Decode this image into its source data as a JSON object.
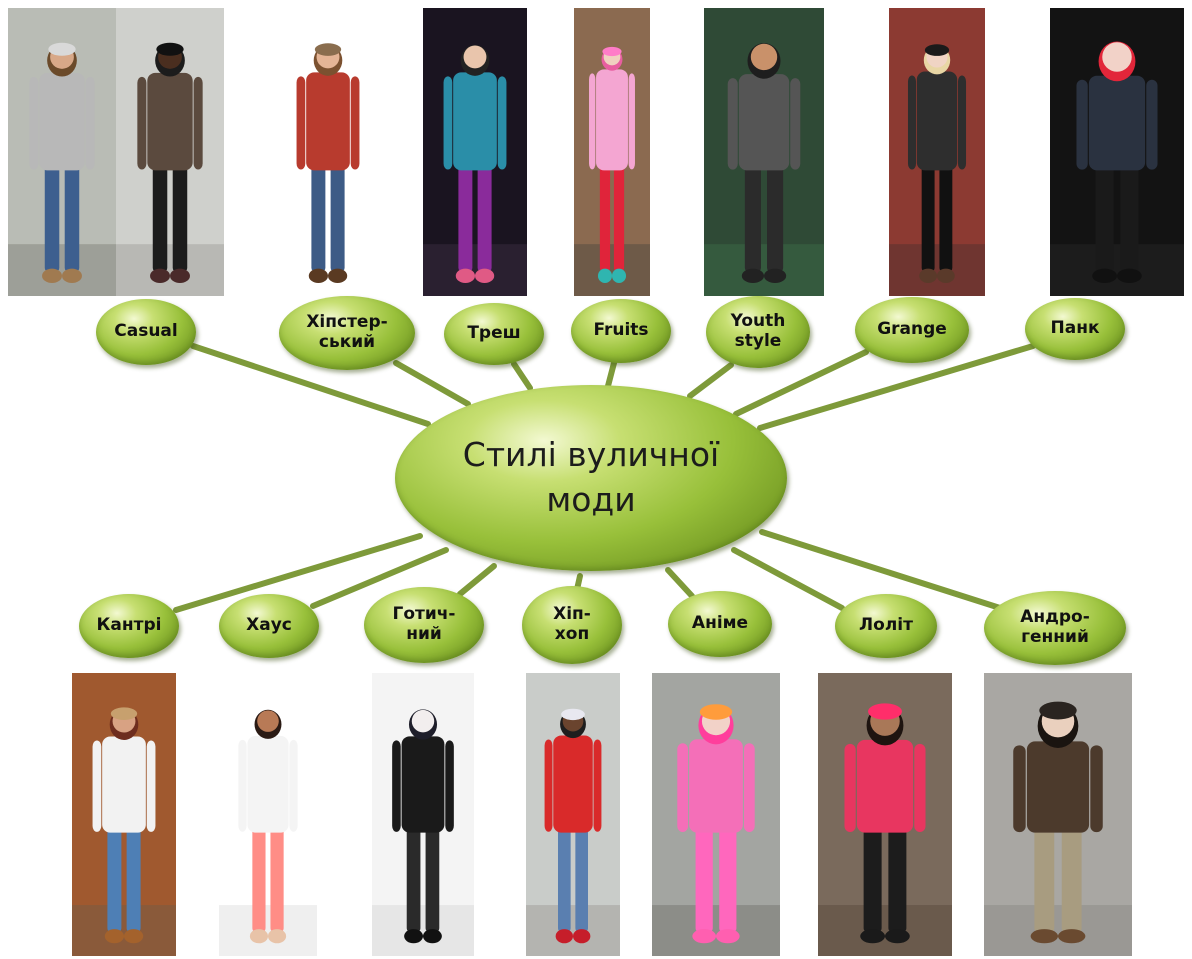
{
  "center_label": "Стилі вуличної\nмоди",
  "top_styles": [
    {
      "label": "Casual"
    },
    {
      "label": "Хіпстер-\nський"
    },
    {
      "label": "Треш"
    },
    {
      "label": "Fruits"
    },
    {
      "label": "Youth\nstyle"
    },
    {
      "label": "Grange"
    },
    {
      "label": "Панк"
    }
  ],
  "bottom_styles": [
    {
      "label": "Кантрі"
    },
    {
      "label": "Хаус"
    },
    {
      "label": "Готич-\nний"
    },
    {
      "label": "Хіп-\nхоп"
    },
    {
      "label": "Аніме"
    },
    {
      "label": "Лоліт"
    },
    {
      "label": "Андро-\nгенний"
    }
  ],
  "colors": {
    "node_fill": "#98c03a",
    "connector": "#7e9a3a"
  },
  "photos": [
    {
      "name": "casual-photo-1",
      "icon": "person-photo"
    },
    {
      "name": "casual-photo-2",
      "icon": "person-photo"
    },
    {
      "name": "hipster-photo",
      "icon": "person-photo"
    },
    {
      "name": "trash-photo",
      "icon": "person-photo"
    },
    {
      "name": "fruits-photo",
      "icon": "person-photo"
    },
    {
      "name": "youth-style-photo",
      "icon": "person-photo"
    },
    {
      "name": "grange-photo",
      "icon": "person-photo"
    },
    {
      "name": "punk-photo",
      "icon": "person-photo"
    },
    {
      "name": "country-photo",
      "icon": "person-photo"
    },
    {
      "name": "house-photo",
      "icon": "person-photo"
    },
    {
      "name": "gothic-photo",
      "icon": "person-photo"
    },
    {
      "name": "hip-hop-photo",
      "icon": "person-photo"
    },
    {
      "name": "anime-photo",
      "icon": "person-photo"
    },
    {
      "name": "lolita-photo",
      "icon": "person-photo"
    },
    {
      "name": "androgynous-photo",
      "icon": "person-photo"
    }
  ]
}
